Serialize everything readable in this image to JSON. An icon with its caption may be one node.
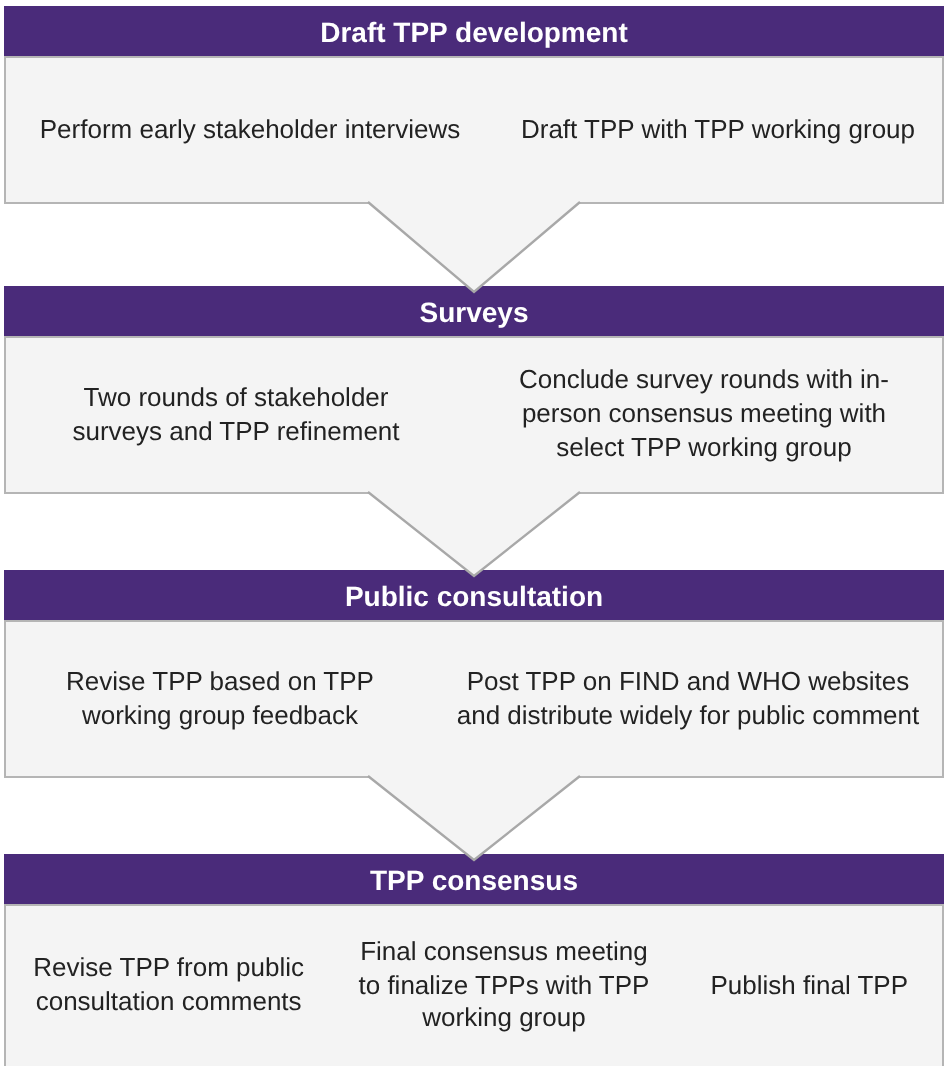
{
  "diagram": {
    "nodes": [
      {
        "text": [
          "Draft TPP development"
        ]
      },
      {
        "text": [
          "Perform early stakeholder interviews",
          "Draft TPP with TPP working group"
        ]
      },
      {
        "text": [
          "Surveys"
        ]
      },
      {
        "text": [
          "Two rounds of stakeholder surveys and TPP refinement",
          "Conclude survey rounds with in-person consensus meeting with select TPP working group"
        ]
      },
      {
        "text": [
          "Public consultation"
        ]
      },
      {
        "text": [
          "Revise TPP based on TPP working group feedback",
          "Post TPP on FIND and WHO websites and distribute widely for public comment"
        ]
      },
      {
        "text": [
          "TPP consensus"
        ]
      },
      {
        "text": [
          "Revise TPP from public consultation comments",
          "Final consensus meeting to finalize TPPs with TPP working group",
          "Publish final TPP"
        ]
      }
    ],
    "edges": [
      {
        "from": 1,
        "to": 2,
        "arrow": "to"
      },
      {
        "from": 3,
        "to": 4,
        "arrow": "to"
      },
      {
        "from": 5,
        "to": 6,
        "arrow": "to"
      }
    ]
  }
}
